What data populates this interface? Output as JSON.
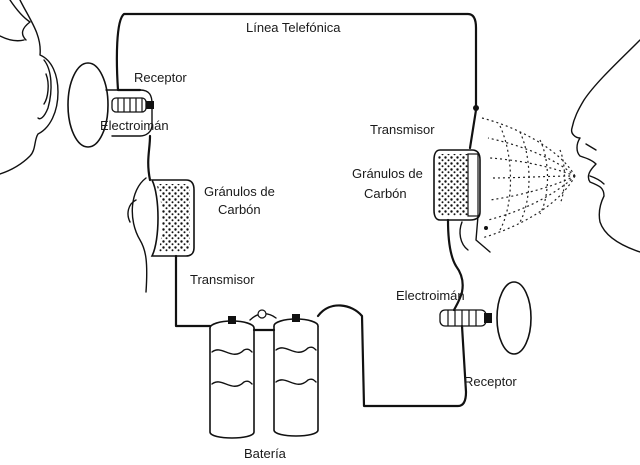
{
  "labels": {
    "line": "Línea Telefónica",
    "receptor_left": "Receptor",
    "electroiman_left": "Electroimán",
    "granulos_left_1": "Gránulos de",
    "granulos_left_2": "Carbón",
    "transmisor_left": "Transmisor",
    "transmisor_right": "Transmisor",
    "granulos_right_1": "Gránulos de",
    "granulos_right_2": "Carbón",
    "electroiman_right": "Electroimán",
    "receptor_right": "Receptor",
    "bateria": "Batería"
  }
}
